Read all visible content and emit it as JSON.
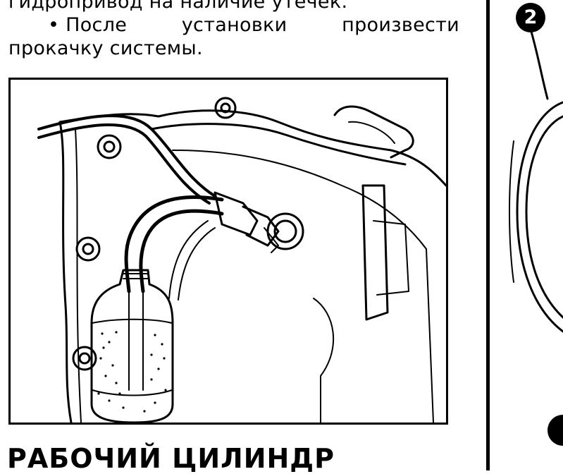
{
  "text": {
    "line1": "гидропривод на наличие утечек.",
    "bullet": "•",
    "line2_words": [
      "После",
      "установки",
      "произвести"
    ],
    "line3": "прокачку системы."
  },
  "figure": {
    "description_icon": "bleeding-brake-clutch-illustration"
  },
  "heading": "РАБОЧИЙ ЦИЛИНДР",
  "right_panel": {
    "callout_number": "2"
  }
}
